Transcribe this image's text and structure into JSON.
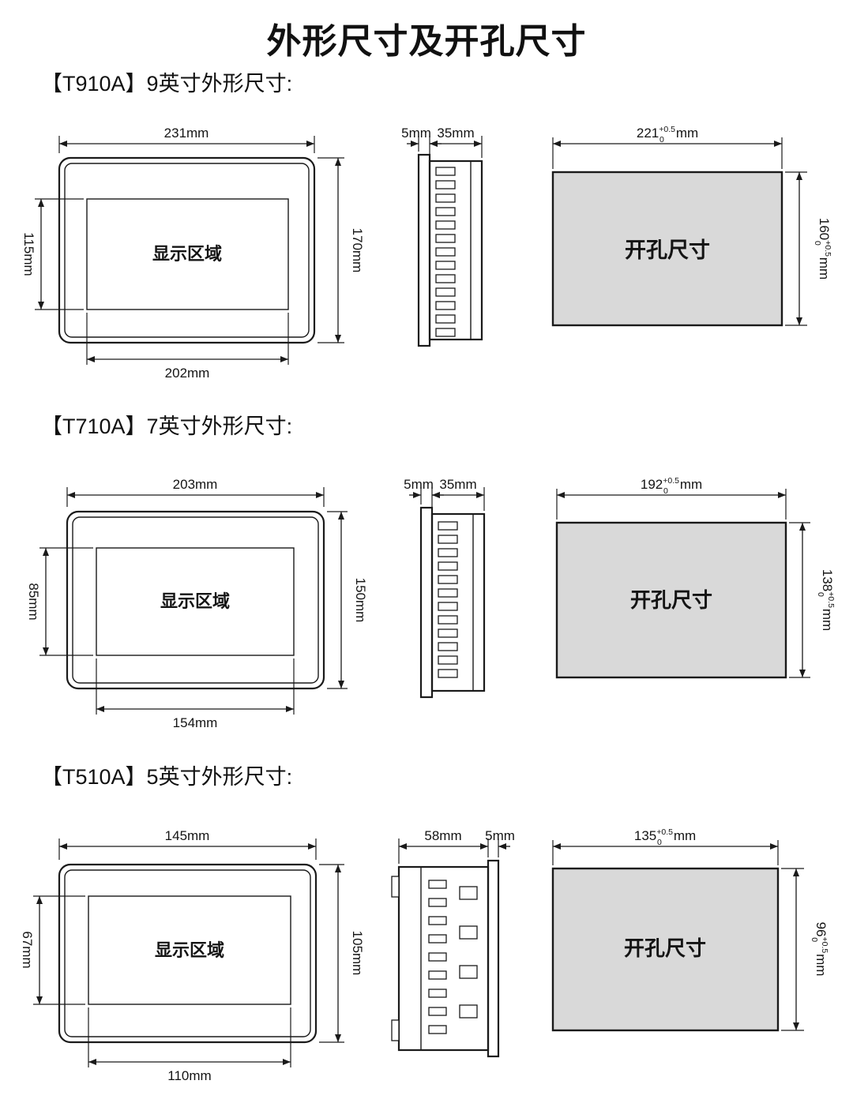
{
  "title": "外形尺寸及开孔尺寸",
  "colors": {
    "cutout_fill": "#d9d9d9",
    "line": "#1a1a1a"
  },
  "sections": [
    {
      "heading": "【T910A】9英寸外形尺寸:",
      "front": {
        "display_label": "显示区域",
        "width": "231mm",
        "height": "170mm",
        "display_height": "115mm",
        "display_width": "202mm"
      },
      "side": {
        "dim1": "5mm",
        "dim2": "35mm"
      },
      "cutout": {
        "label": "开孔尺寸",
        "width": {
          "value": "221",
          "tol_plus": "+0.5",
          "tol_minus": "0",
          "unit": "mm"
        },
        "height": {
          "value": "160",
          "tol_plus": "+0.5",
          "tol_minus": "0",
          "unit": "mm"
        }
      }
    },
    {
      "heading": "【T710A】7英寸外形尺寸:",
      "front": {
        "display_label": "显示区域",
        "width": "203mm",
        "height": "150mm",
        "display_height": "85mm",
        "display_width": "154mm"
      },
      "side": {
        "dim1": "5mm",
        "dim2": "35mm"
      },
      "cutout": {
        "label": "开孔尺寸",
        "width": {
          "value": "192",
          "tol_plus": "+0.5",
          "tol_minus": "0",
          "unit": "mm"
        },
        "height": {
          "value": "138",
          "tol_plus": "+0.5",
          "tol_minus": "0",
          "unit": "mm"
        }
      }
    },
    {
      "heading": "【T510A】5英寸外形尺寸:",
      "front": {
        "display_label": "显示区域",
        "width": "145mm",
        "height": "105mm",
        "display_height": "67mm",
        "display_width": "110mm"
      },
      "side": {
        "dim1": "58mm",
        "dim2": "5mm"
      },
      "cutout": {
        "label": "开孔尺寸",
        "width": {
          "value": "135",
          "tol_plus": "+0.5",
          "tol_minus": "0",
          "unit": "mm"
        },
        "height": {
          "value": "96",
          "tol_plus": "+0.5",
          "tol_minus": "0",
          "unit": "mm"
        }
      }
    }
  ]
}
